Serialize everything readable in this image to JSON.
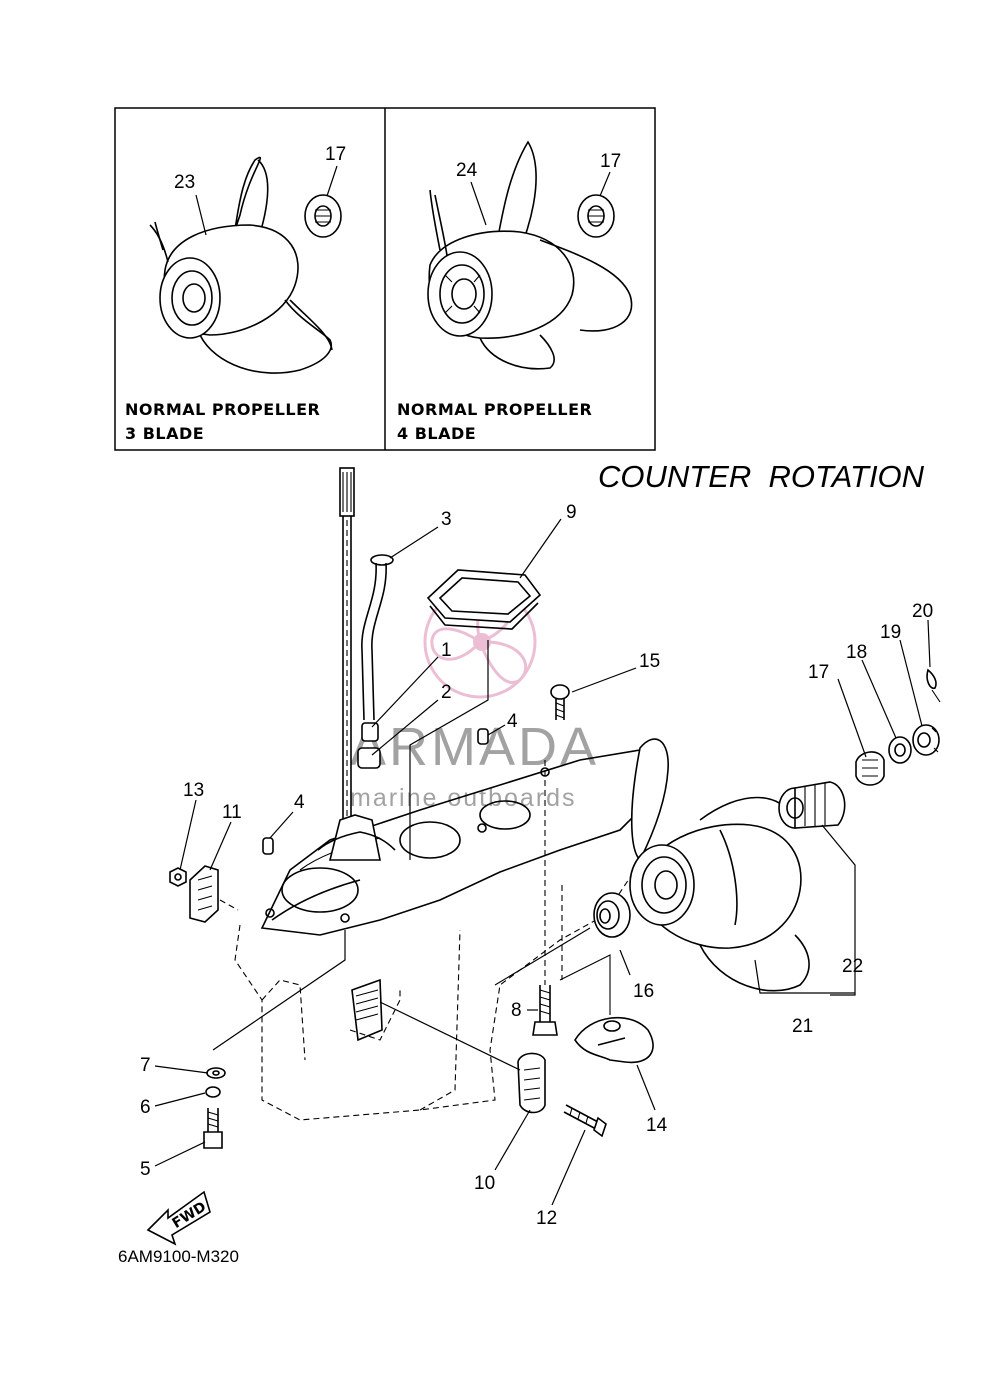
{
  "title": "COUNTER  ROTATION",
  "diagram_code": "6AM9100-M320",
  "fwd_label": "FWD",
  "watermark": {
    "brand": "ARMADA",
    "tagline": "marine outboards",
    "accent_color": "#e6a9c8"
  },
  "insets": [
    {
      "caption_line1": "NORMAL PROPELLER",
      "caption_line2": "3 BLADE",
      "callouts": [
        "23",
        "17"
      ]
    },
    {
      "caption_line1": "NORMAL PROPELLER",
      "caption_line2": "4 BLADE",
      "callouts": [
        "24",
        "17"
      ]
    }
  ],
  "callouts": [
    "1",
    "2",
    "3",
    "4",
    "4",
    "5",
    "6",
    "7",
    "8",
    "9",
    "10",
    "11",
    "12",
    "13",
    "14",
    "15",
    "16",
    "17",
    "18",
    "19",
    "20",
    "21",
    "22"
  ]
}
